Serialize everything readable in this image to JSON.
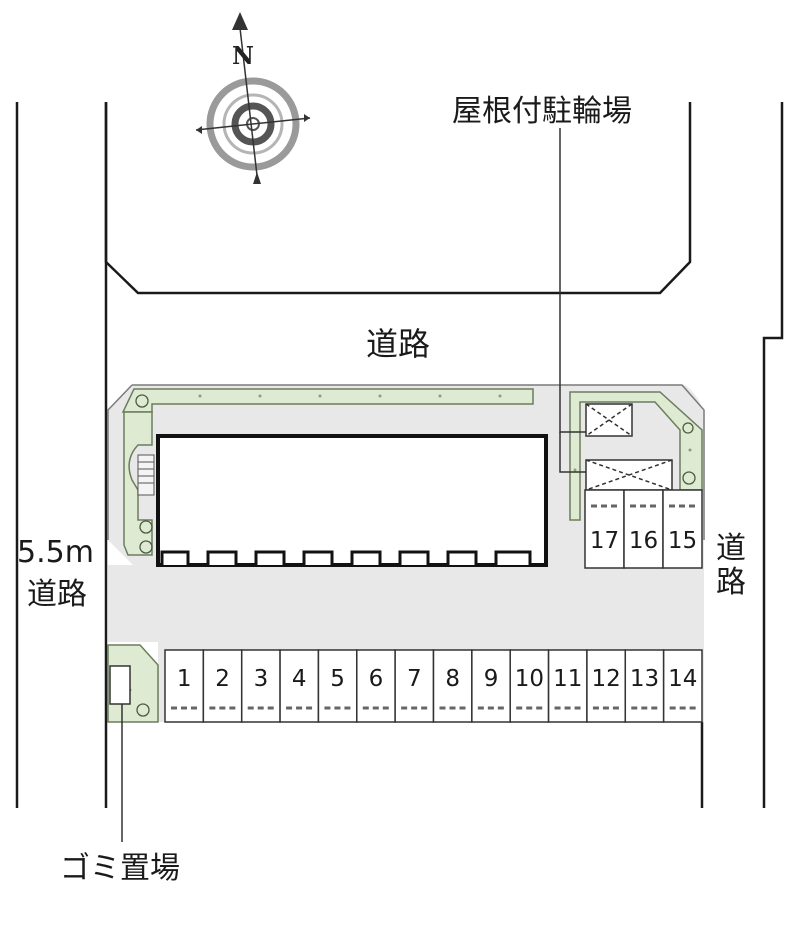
{
  "compass": {
    "north_label": "N"
  },
  "labels": {
    "road_top": "道路",
    "road_left_width": "5.5m",
    "road_left": "道路",
    "road_right_line1": "道",
    "road_right_line2": "路",
    "bicycle_parking": "屋根付駐輪場",
    "garbage_area": "ゴミ置場"
  },
  "parking_bottom": [
    "1",
    "2",
    "3",
    "4",
    "5",
    "6",
    "7",
    "8",
    "9",
    "10",
    "11",
    "12",
    "13",
    "14"
  ],
  "parking_right": [
    "17",
    "16",
    "15"
  ],
  "colors": {
    "line": "#1a1a1a",
    "lot_fill": "#e8e8e8",
    "green_fill": "#dfead3",
    "green_stroke": "#6b7d5c",
    "space_fill": "#ffffff",
    "compass_grey": "#9a9a9a"
  }
}
